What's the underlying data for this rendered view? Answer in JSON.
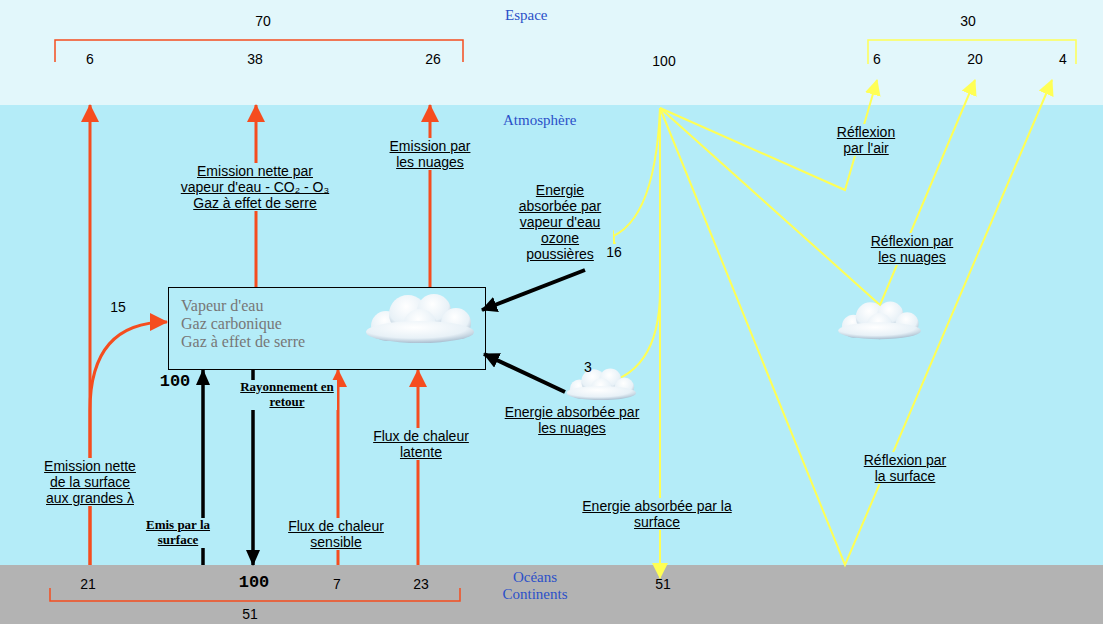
{
  "diagram": {
    "nodes": [
      {
        "text": [
          "Espace"
        ]
      },
      {
        "text": [
          "Atmosphère"
        ]
      },
      {
        "text": [
          "Vapeur d'eau",
          "Gaz carbonique",
          "Gaz à effet de serre"
        ],
        "in": 1
      },
      {
        "text": [
          "Océans Continents"
        ]
      }
    ],
    "edges": [
      {
        "from": 3,
        "to": 2,
        "arrow": "to",
        "label": "Emis par la surface"
      },
      {
        "from": 2,
        "to": 3,
        "arrow": "to",
        "label": "Rayonnement en retour"
      },
      {
        "from": 3,
        "to": 2,
        "arrow": "to",
        "label": "Flux de chaleur sensible"
      },
      {
        "from": 3,
        "to": 2,
        "arrow": "to",
        "label": "Flux de chaleur latente"
      },
      {
        "from": 3,
        "to": 2,
        "arrow": "to"
      },
      {
        "from": 3,
        "to": 0,
        "arrow": "to",
        "label": "Emission nette de la surface aux grandes λ"
      },
      {
        "from": 2,
        "to": 0,
        "arrow": "to",
        "label": "Emission nette par vapeur d'eau - CO₂ - O₃ Gaz à effet de serre"
      },
      {
        "from": 2,
        "to": 0,
        "arrow": "to",
        "label": "Emission par les nuages"
      }
    ],
    "labels": [
      "70",
      "6",
      "38",
      "26",
      "100",
      "30",
      "6",
      "20",
      "4",
      "Réflexion par l'air",
      "Energie absorbée par vapeur d'eau ozone poussières",
      "16",
      "15",
      "Réflexion par les nuages",
      "100",
      "3",
      "Energie absorbée par les nuages",
      "Réflexion par la surface",
      "Energie absorbée par la surface",
      "21",
      "100",
      "7",
      "23",
      "51",
      "51"
    ]
  }
}
